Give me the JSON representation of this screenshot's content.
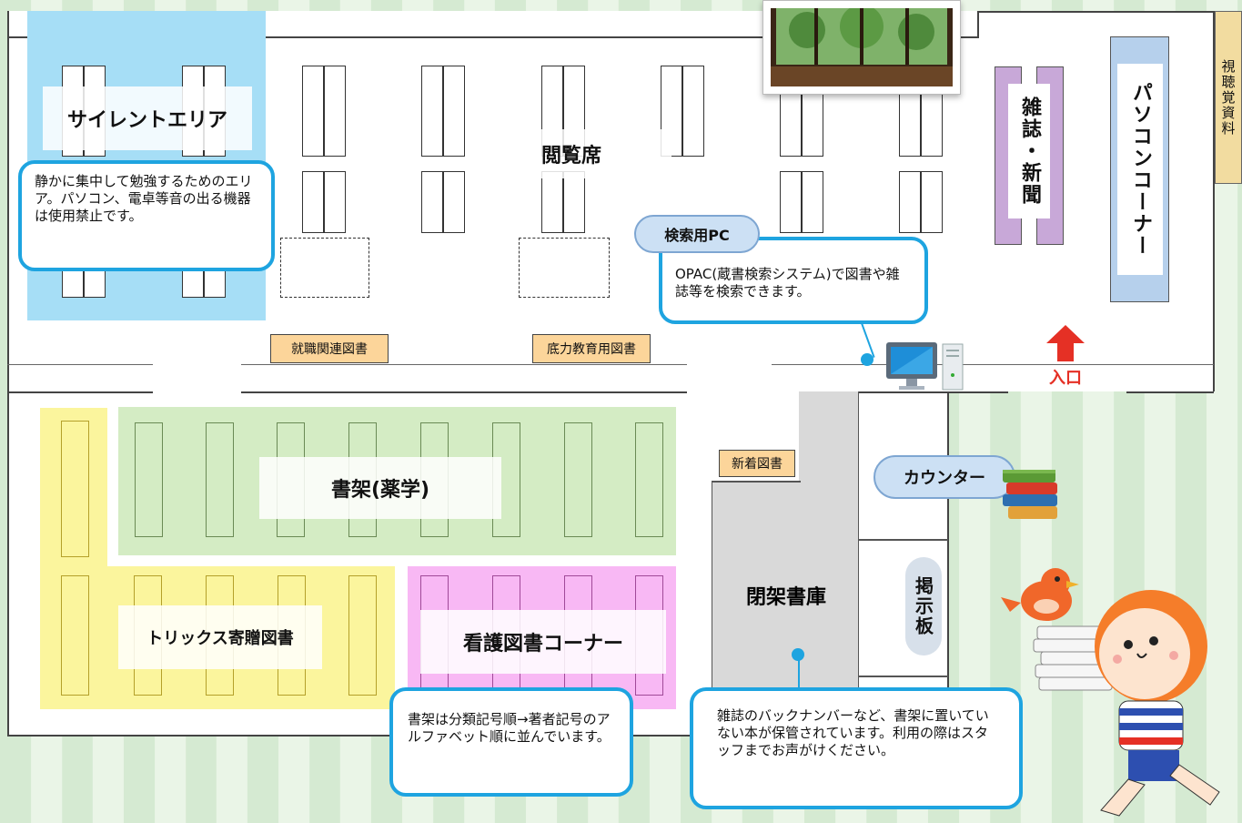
{
  "zones": {
    "silent_area": {
      "label": "サイレントエリア",
      "note": "静かに集中して勉強するためのエリア。パソコン、電卓等音の出る機器は使用禁止です。"
    },
    "reading_seats": {
      "label": "閲覧席"
    },
    "magazines": {
      "label": "雑誌・新聞"
    },
    "pc_corner": {
      "label": "パソコンコーナー"
    },
    "av_materials": {
      "label": "視聴覚資料"
    },
    "search_pc": {
      "label": "検索用PC",
      "note": "OPAC(蔵書検索システム)で図書や雑誌等を検索できます。"
    },
    "job_books": {
      "label": "就職関連図書"
    },
    "basic_edu_books": {
      "label": "底力教育用図書"
    },
    "entrance": {
      "label": "入口"
    },
    "pharmacy_shelves": {
      "label": "書架(薬学)"
    },
    "new_books": {
      "label": "新着図書"
    },
    "counter": {
      "label": "カウンター"
    },
    "closed_stacks": {
      "label": "閉架書庫",
      "note": "雑誌のバックナンバーなど、書架に置いていない本が保管されています。利用の際はスタッフまでお声がけください。"
    },
    "bulletin_board": {
      "label": "掲示板"
    },
    "tricks_donation": {
      "label": "トリックス寄贈図書"
    },
    "nursing_books": {
      "label": "看護図書コーナー"
    },
    "shelf_order_note": "書架は分類記号順→著者記号のアルファベット順に並んでいます。"
  },
  "colors": {
    "silent": "#a6def6",
    "pharmacy": "#d4ecc4",
    "tricks": "#fbf59d",
    "nursing": "#f8b8f4",
    "callout_border": "#1ea4e0",
    "entrance_arrow": "#e53025",
    "tag": "#fcd59a"
  },
  "icons": [
    "computer-icon",
    "books-icon",
    "entrance-arrow-icon",
    "mascot-illustration",
    "bird-illustration",
    "window-photo"
  ]
}
